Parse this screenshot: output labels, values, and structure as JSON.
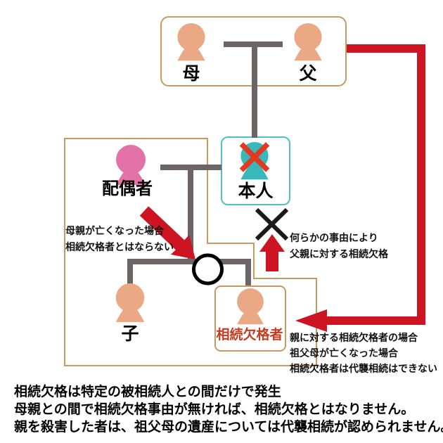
{
  "colors": {
    "accent_red": "#cd1422",
    "icon_peach": "#eba884",
    "icon_pink": "#e272a8",
    "icon_teal": "#38b8ba",
    "x_over_icon_red": "#e23a20",
    "box_border_tan": "#c9995f",
    "self_box_border_cyan": "#4fc0c6",
    "connector_gray": "#6d6466",
    "disqualified_label_red": "#c73a1e",
    "text_black": "#111111"
  },
  "family": {
    "mother": {
      "label": "母"
    },
    "father": {
      "label": "父"
    },
    "self": {
      "label": "本人"
    },
    "spouse": {
      "label": "配偶者"
    },
    "child": {
      "label": "子"
    },
    "disqualified": {
      "label": "相続欠格者"
    }
  },
  "annotations": {
    "mother_case": {
      "lines": [
        "母親が亡くなった場合",
        "相続欠格者とはならない"
      ]
    },
    "father_case": {
      "lines": [
        "何らかの事由により",
        "父親に対する相続欠格"
      ]
    },
    "representation_case": {
      "lines": [
        "親に対する相続欠格者の場合",
        "祖父母が亡くなった場合",
        "相続欠格者は代襲相続はできない"
      ]
    }
  },
  "footer": {
    "lines": [
      "相続欠格は特定の被相続人との間だけで発生",
      "母親との間で相続欠格事由が無ければ、相続欠格とはなりません。",
      "親を殺害した者は、祖父母の遺産については代襲相続が認められません。"
    ]
  }
}
